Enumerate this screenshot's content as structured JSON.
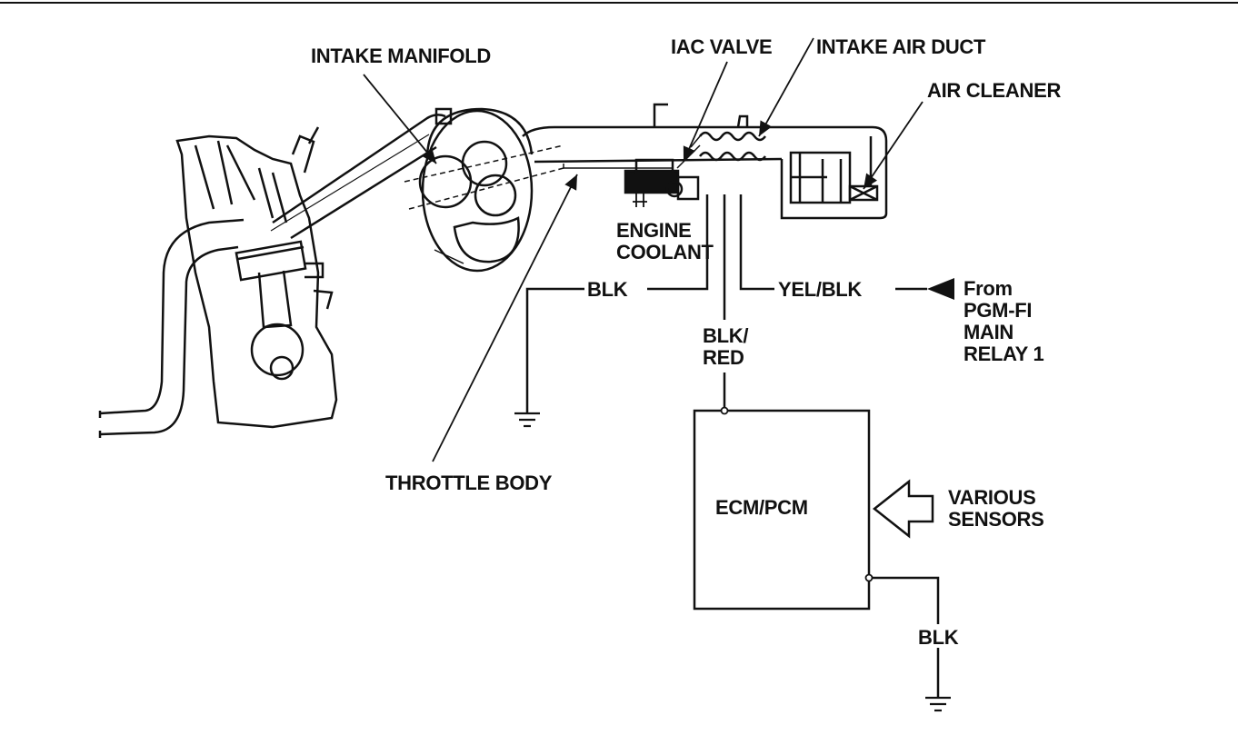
{
  "labels": {
    "intake_manifold": "INTAKE MANIFOLD",
    "iac_valve": "IAC VALVE",
    "intake_air_duct": "INTAKE AIR DUCT",
    "air_cleaner": "AIR CLEANER",
    "engine_coolant_line1": "ENGINE",
    "engine_coolant_line2": "COOLANT",
    "throttle_body": "THROTTLE BODY",
    "ecm_pcm": "ECM/PCM",
    "various_sensors_line1": "VARIOUS",
    "various_sensors_line2": "SENSORS",
    "relay_line1": "From",
    "relay_line2": "PGM-FI",
    "relay_line3": "MAIN",
    "relay_line4": "RELAY 1"
  },
  "wires": {
    "ground_left": "BLK",
    "power": "YEL/BLK",
    "signal_line1": "BLK/",
    "signal_line2": "RED",
    "ground_ecm": "BLK"
  },
  "icons": [
    "engine-icon",
    "throttle-body-icon",
    "iac-valve-icon",
    "air-cleaner-icon",
    "ground-symbol-icon",
    "hollow-arrow-icon"
  ]
}
